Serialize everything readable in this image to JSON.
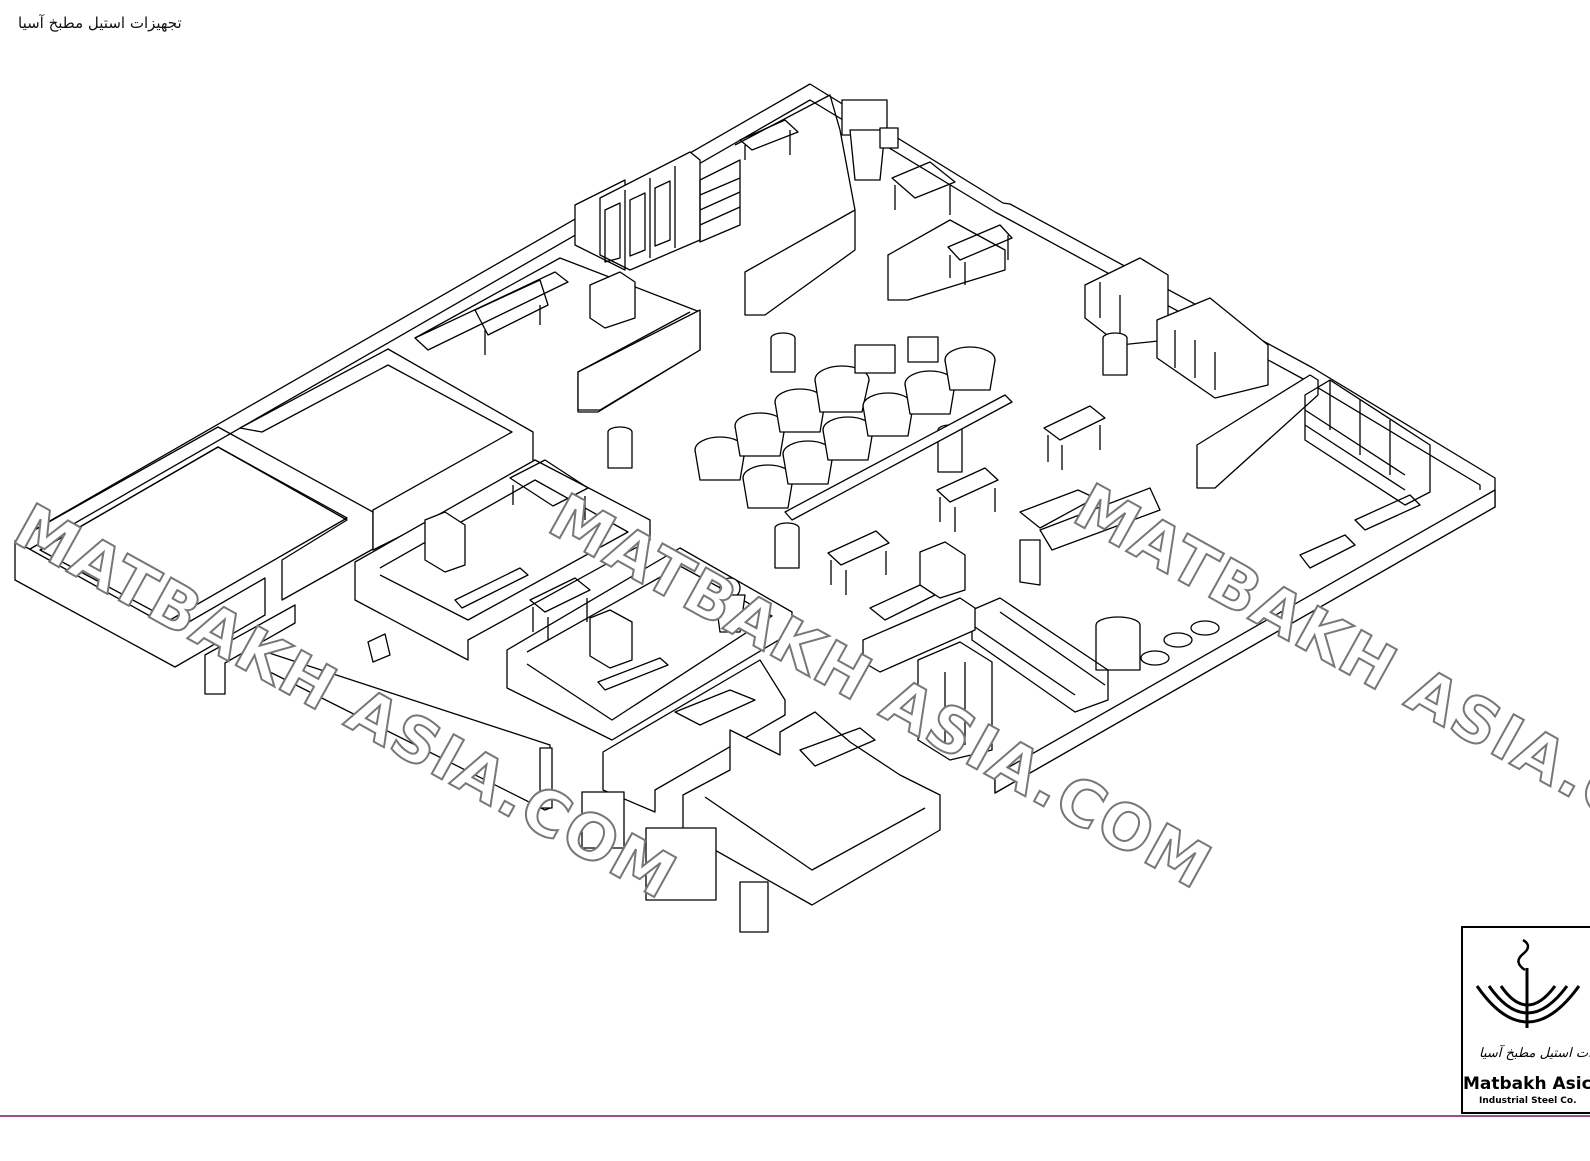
{
  "header": {
    "title": "تجهیزات استیل مطبخ آسیا"
  },
  "watermark": {
    "text": "MATBAKH ASIA.COM"
  },
  "logo": {
    "farsi": "تجهیزات استیل مطبخ آسیا",
    "name": "Matbakh Asic",
    "subtitle": "Industrial Steel Co."
  },
  "colors": {
    "line": "#000000",
    "rule": "#9c4d8a",
    "watermark_outline": "#777777"
  },
  "icons": [
    "brand-emblem-icon"
  ]
}
